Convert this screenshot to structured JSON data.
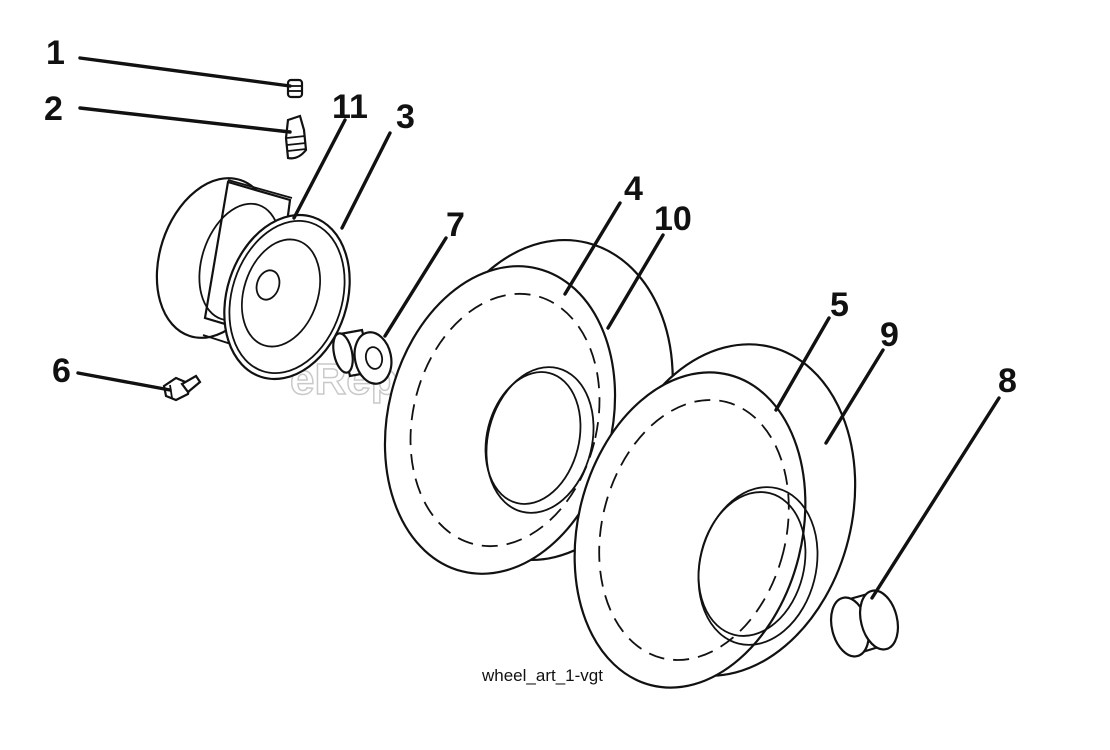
{
  "callouts": [
    "1",
    "2",
    "11",
    "3",
    "6",
    "7",
    "4",
    "10",
    "5",
    "9",
    "8"
  ],
  "watermark": "eReplacementParts.com",
  "caption": "wheel_art_1-vgt",
  "parts": [
    "valve-cap",
    "valve-stem",
    "rim-half",
    "rim",
    "screw",
    "bushing",
    "tire-4",
    "tube-10",
    "tire-5",
    "tube-9",
    "bearing"
  ]
}
